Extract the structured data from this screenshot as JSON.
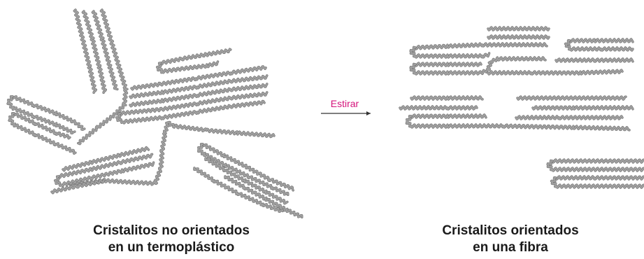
{
  "arrow": {
    "label": "Estirar"
  },
  "captions": {
    "left": {
      "line1": "Cristalitos no orientados",
      "line2": "en un termoplástico"
    },
    "right": {
      "line1": "Cristalitos orientados",
      "line2": "en una fibra"
    }
  },
  "colors": {
    "chain": "#a0a0a0",
    "chain_dark": "#6f6f6f",
    "arrow_label": "#d4127a",
    "arrow": "#333333"
  }
}
